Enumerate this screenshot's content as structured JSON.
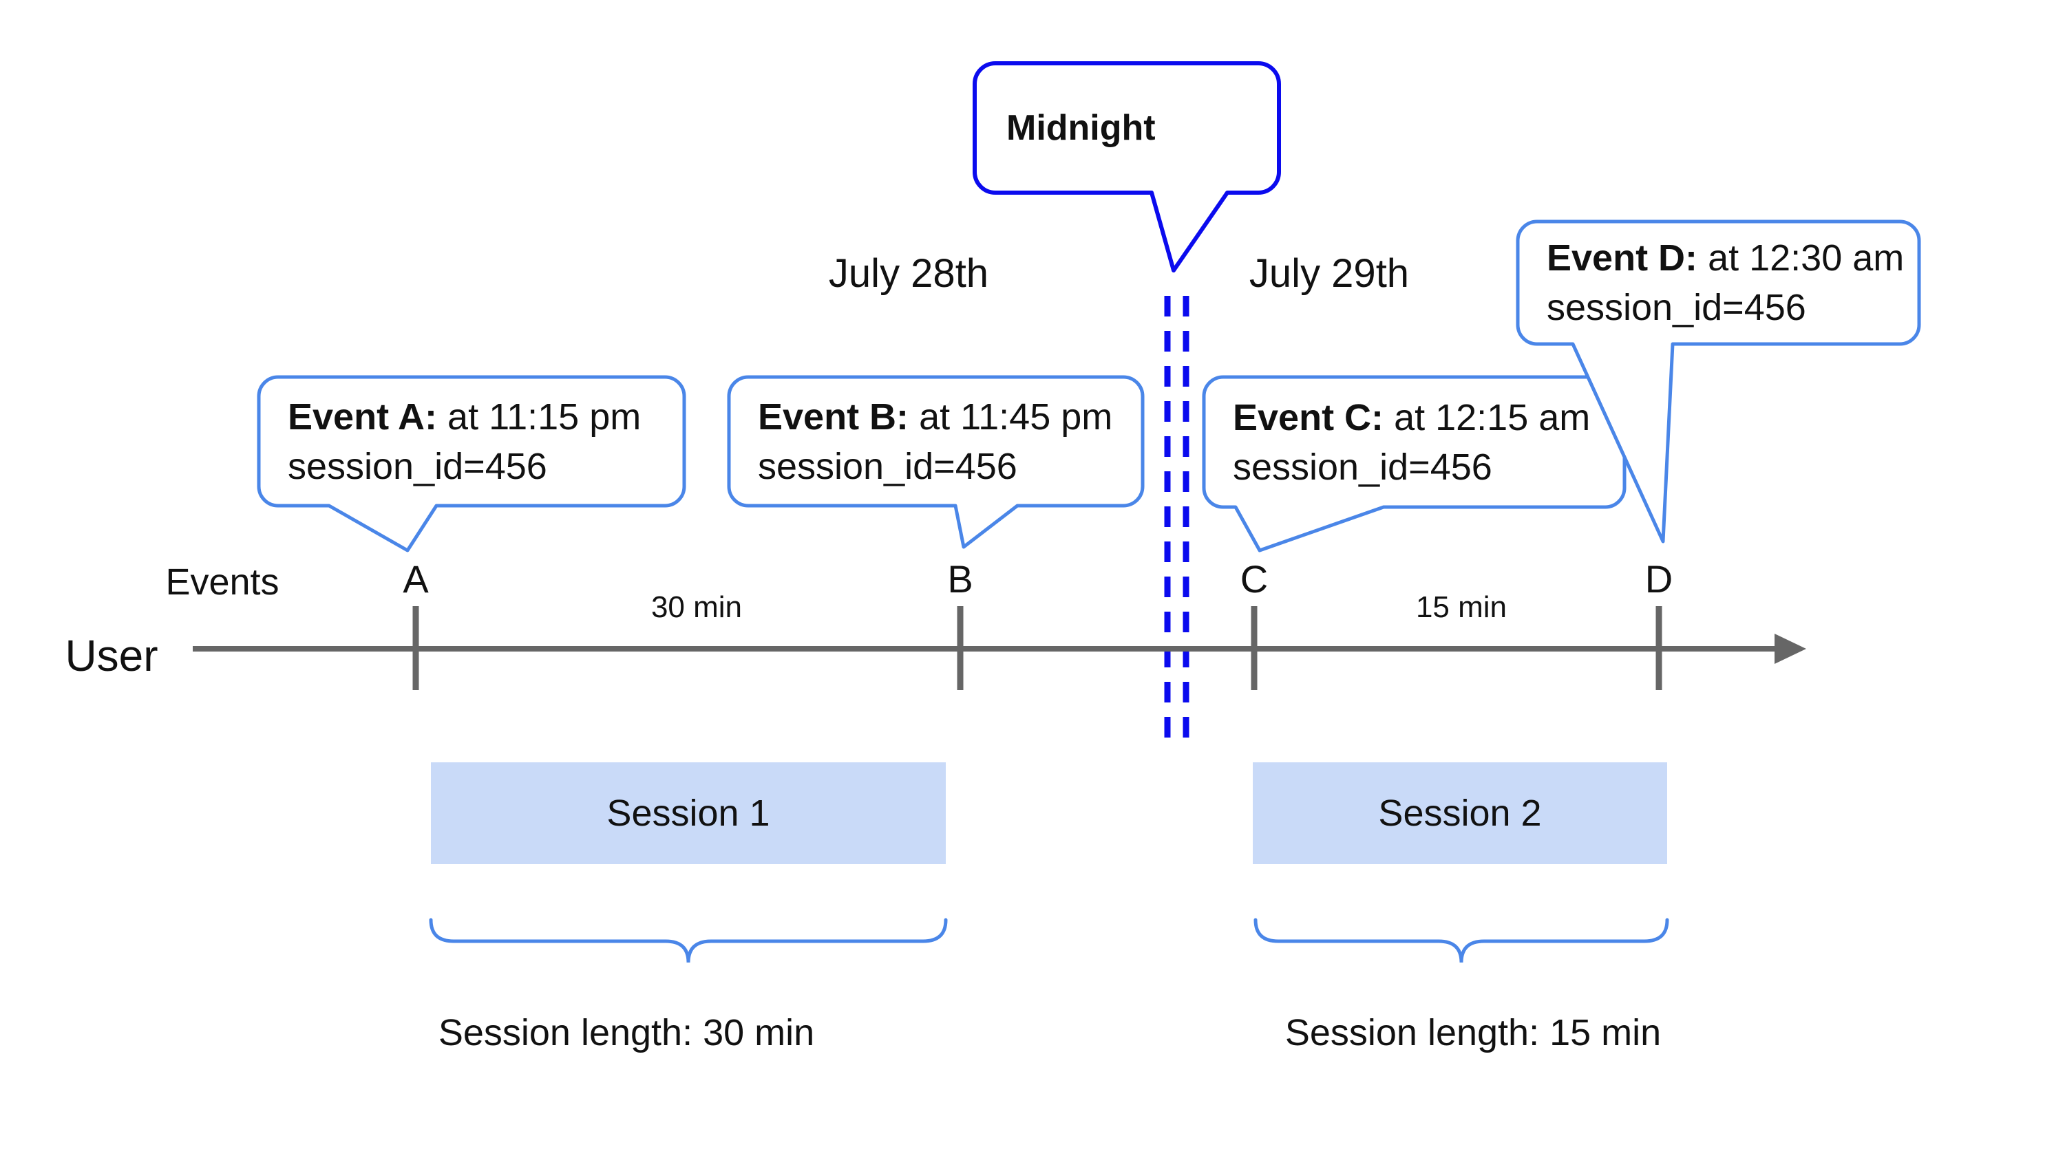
{
  "colors": {
    "accent-blue": "#4a86e8",
    "deep-blue": "#0b0bee",
    "session-fill": "#c9daf8",
    "line-gray": "#666666",
    "text-black": "#111111"
  },
  "dates": {
    "before": "July 28th",
    "after": "July 29th"
  },
  "midnight_callout": {
    "label": "Midnight"
  },
  "event_callouts": [
    {
      "name": "Event A:",
      "detail": "at 11:15 pm",
      "session": "session_id=456"
    },
    {
      "name": "Event B:",
      "detail": "at 11:45 pm",
      "session": "session_id=456"
    },
    {
      "name": "Event C:",
      "detail": "at 12:15 am",
      "session": "session_id=456"
    },
    {
      "name": "Event D:",
      "detail": "at 12:30 am",
      "session": "session_id=456"
    }
  ],
  "axis": {
    "row_label": "User",
    "events_label": "Events",
    "ticks": [
      "A",
      "B",
      "C",
      "D"
    ],
    "intervals": [
      "30 min",
      "15 min"
    ]
  },
  "sessions": [
    {
      "label": "Session 1",
      "length": "Session length: 30 min"
    },
    {
      "label": "Session 2",
      "length": "Session length: 15 min"
    }
  ]
}
